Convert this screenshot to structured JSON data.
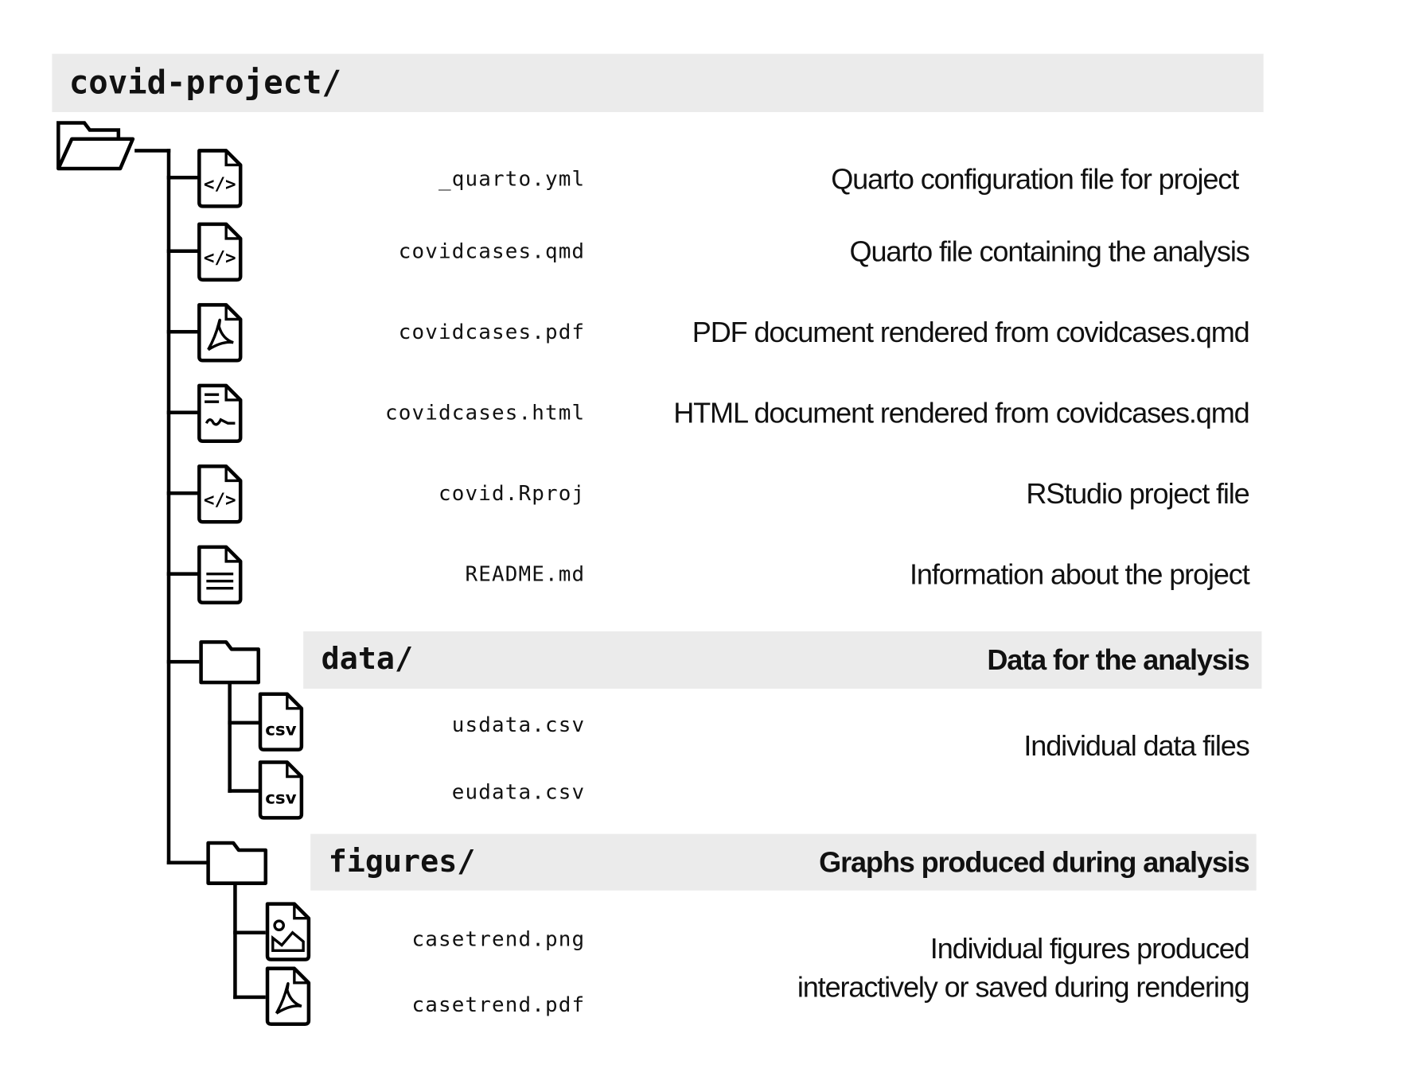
{
  "root": {
    "name": "covid-project/"
  },
  "files": [
    {
      "name": "_quarto.yml",
      "description": "Quarto configuration file for project",
      "icon": "code-file-icon"
    },
    {
      "name": "covidcases.qmd",
      "description": "Quarto file containing the analysis",
      "icon": "code-file-icon"
    },
    {
      "name": "covidcases.pdf",
      "description": "PDF document rendered from covidcases.qmd",
      "icon": "pdf-file-icon"
    },
    {
      "name": "covidcases.html",
      "description": "HTML document rendered from covidcases.qmd",
      "icon": "document-file-icon"
    },
    {
      "name": "covid.Rproj",
      "description": "RStudio project file",
      "icon": "code-file-icon"
    },
    {
      "name": "README.md",
      "description": "Information about the project",
      "icon": "text-file-icon"
    }
  ],
  "data_folder": {
    "name": "data/",
    "description": "Data for the analysis",
    "files": [
      {
        "name": "usdata.csv",
        "icon": "csv-file-icon"
      },
      {
        "name": "eudata.csv",
        "icon": "csv-file-icon"
      }
    ],
    "files_description": "Individual data files",
    "csv_label": "csv"
  },
  "figures_folder": {
    "name": "figures/",
    "description": "Graphs produced during analysis",
    "files": [
      {
        "name": "casetrend.png",
        "icon": "image-file-icon"
      },
      {
        "name": "casetrend.pdf",
        "icon": "pdf-file-icon"
      }
    ],
    "files_description_line1": "Individual  figures produced",
    "files_description_line2": "interactively or saved during rendering"
  }
}
